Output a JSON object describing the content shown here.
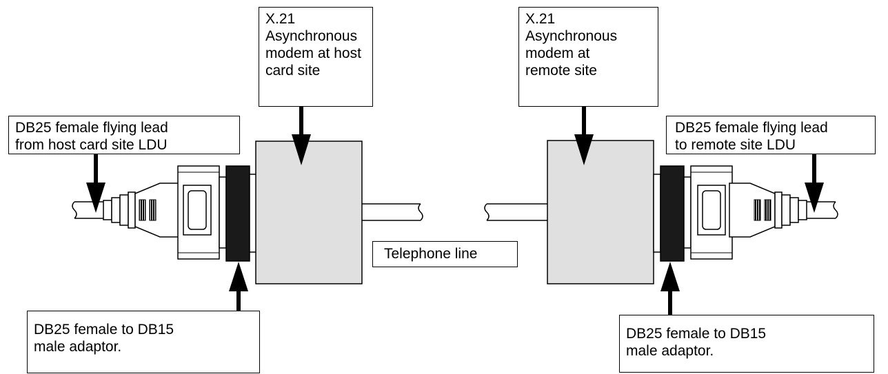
{
  "labels": {
    "modem_host": [
      "X.21",
      "Asynchronous",
      "modem at host",
      "card site"
    ],
    "modem_remote": [
      "X.21",
      "Asynchronous",
      "modem at",
      "remote site"
    ],
    "lead_host": [
      "DB25 female flying lead",
      "from host card site LDU"
    ],
    "lead_remote": [
      "DB25 female flying lead",
      "to remote site LDU"
    ],
    "adaptor_host": [
      "DB25 female to DB15",
      "male adaptor."
    ],
    "adaptor_remote": [
      "DB25 female to DB15",
      "male adaptor."
    ],
    "telephone_line": "Telephone line"
  },
  "colors": {
    "modem_fill": "#e0e0e0",
    "adaptor_fill": "#1a1a1a",
    "stroke": "#000000"
  }
}
